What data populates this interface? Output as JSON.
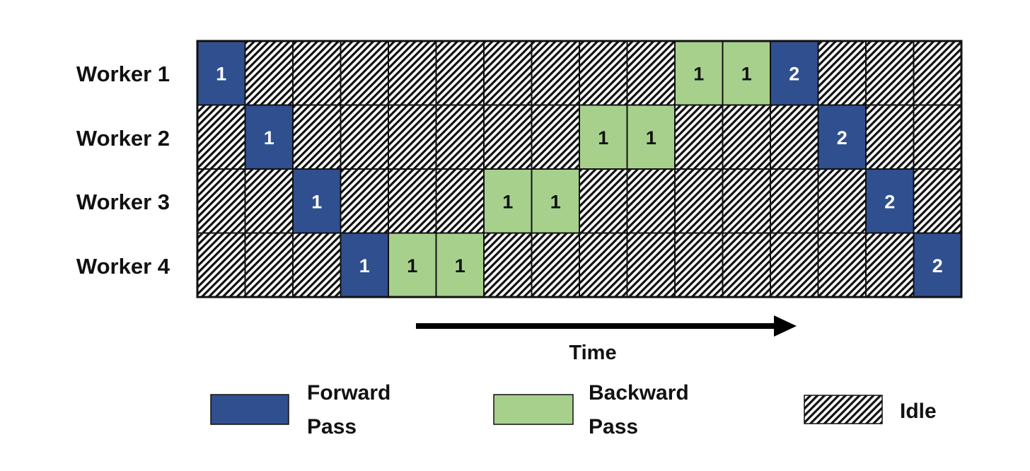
{
  "colors": {
    "forward": "#2f4f8f",
    "backward": "#a8d08d",
    "idle_bg": "#ffffff",
    "idle_hatch": "#111111",
    "grid": "#111111"
  },
  "workers": [
    "Worker 1",
    "Worker 2",
    "Worker 3",
    "Worker 4"
  ],
  "num_steps": 16,
  "schedule": [
    [
      {
        "type": "forward",
        "label": "1"
      },
      {
        "type": "idle"
      },
      {
        "type": "idle"
      },
      {
        "type": "idle"
      },
      {
        "type": "idle"
      },
      {
        "type": "idle"
      },
      {
        "type": "idle"
      },
      {
        "type": "idle"
      },
      {
        "type": "idle"
      },
      {
        "type": "idle"
      },
      {
        "type": "backward",
        "label": "1"
      },
      {
        "type": "backward",
        "label": "1"
      },
      {
        "type": "forward",
        "label": "2"
      },
      {
        "type": "idle"
      },
      {
        "type": "idle"
      },
      {
        "type": "idle"
      }
    ],
    [
      {
        "type": "idle"
      },
      {
        "type": "forward",
        "label": "1"
      },
      {
        "type": "idle"
      },
      {
        "type": "idle"
      },
      {
        "type": "idle"
      },
      {
        "type": "idle"
      },
      {
        "type": "idle"
      },
      {
        "type": "idle"
      },
      {
        "type": "backward",
        "label": "1"
      },
      {
        "type": "backward",
        "label": "1"
      },
      {
        "type": "idle"
      },
      {
        "type": "idle"
      },
      {
        "type": "idle"
      },
      {
        "type": "forward",
        "label": "2"
      },
      {
        "type": "idle"
      },
      {
        "type": "idle"
      }
    ],
    [
      {
        "type": "idle"
      },
      {
        "type": "idle"
      },
      {
        "type": "forward",
        "label": "1"
      },
      {
        "type": "idle"
      },
      {
        "type": "idle"
      },
      {
        "type": "idle"
      },
      {
        "type": "backward",
        "label": "1"
      },
      {
        "type": "backward",
        "label": "1"
      },
      {
        "type": "idle"
      },
      {
        "type": "idle"
      },
      {
        "type": "idle"
      },
      {
        "type": "idle"
      },
      {
        "type": "idle"
      },
      {
        "type": "idle"
      },
      {
        "type": "forward",
        "label": "2"
      },
      {
        "type": "idle"
      }
    ],
    [
      {
        "type": "idle"
      },
      {
        "type": "idle"
      },
      {
        "type": "idle"
      },
      {
        "type": "forward",
        "label": "1"
      },
      {
        "type": "backward",
        "label": "1"
      },
      {
        "type": "backward",
        "label": "1"
      },
      {
        "type": "idle"
      },
      {
        "type": "idle"
      },
      {
        "type": "idle"
      },
      {
        "type": "idle"
      },
      {
        "type": "idle"
      },
      {
        "type": "idle"
      },
      {
        "type": "idle"
      },
      {
        "type": "idle"
      },
      {
        "type": "idle"
      },
      {
        "type": "forward",
        "label": "2"
      }
    ]
  ],
  "time_label": "Time",
  "legend": {
    "forward": {
      "line1": "Forward",
      "line2": "Pass"
    },
    "backward": {
      "line1": "Backward",
      "line2": "Pass"
    },
    "idle": {
      "line1": "Idle"
    }
  }
}
